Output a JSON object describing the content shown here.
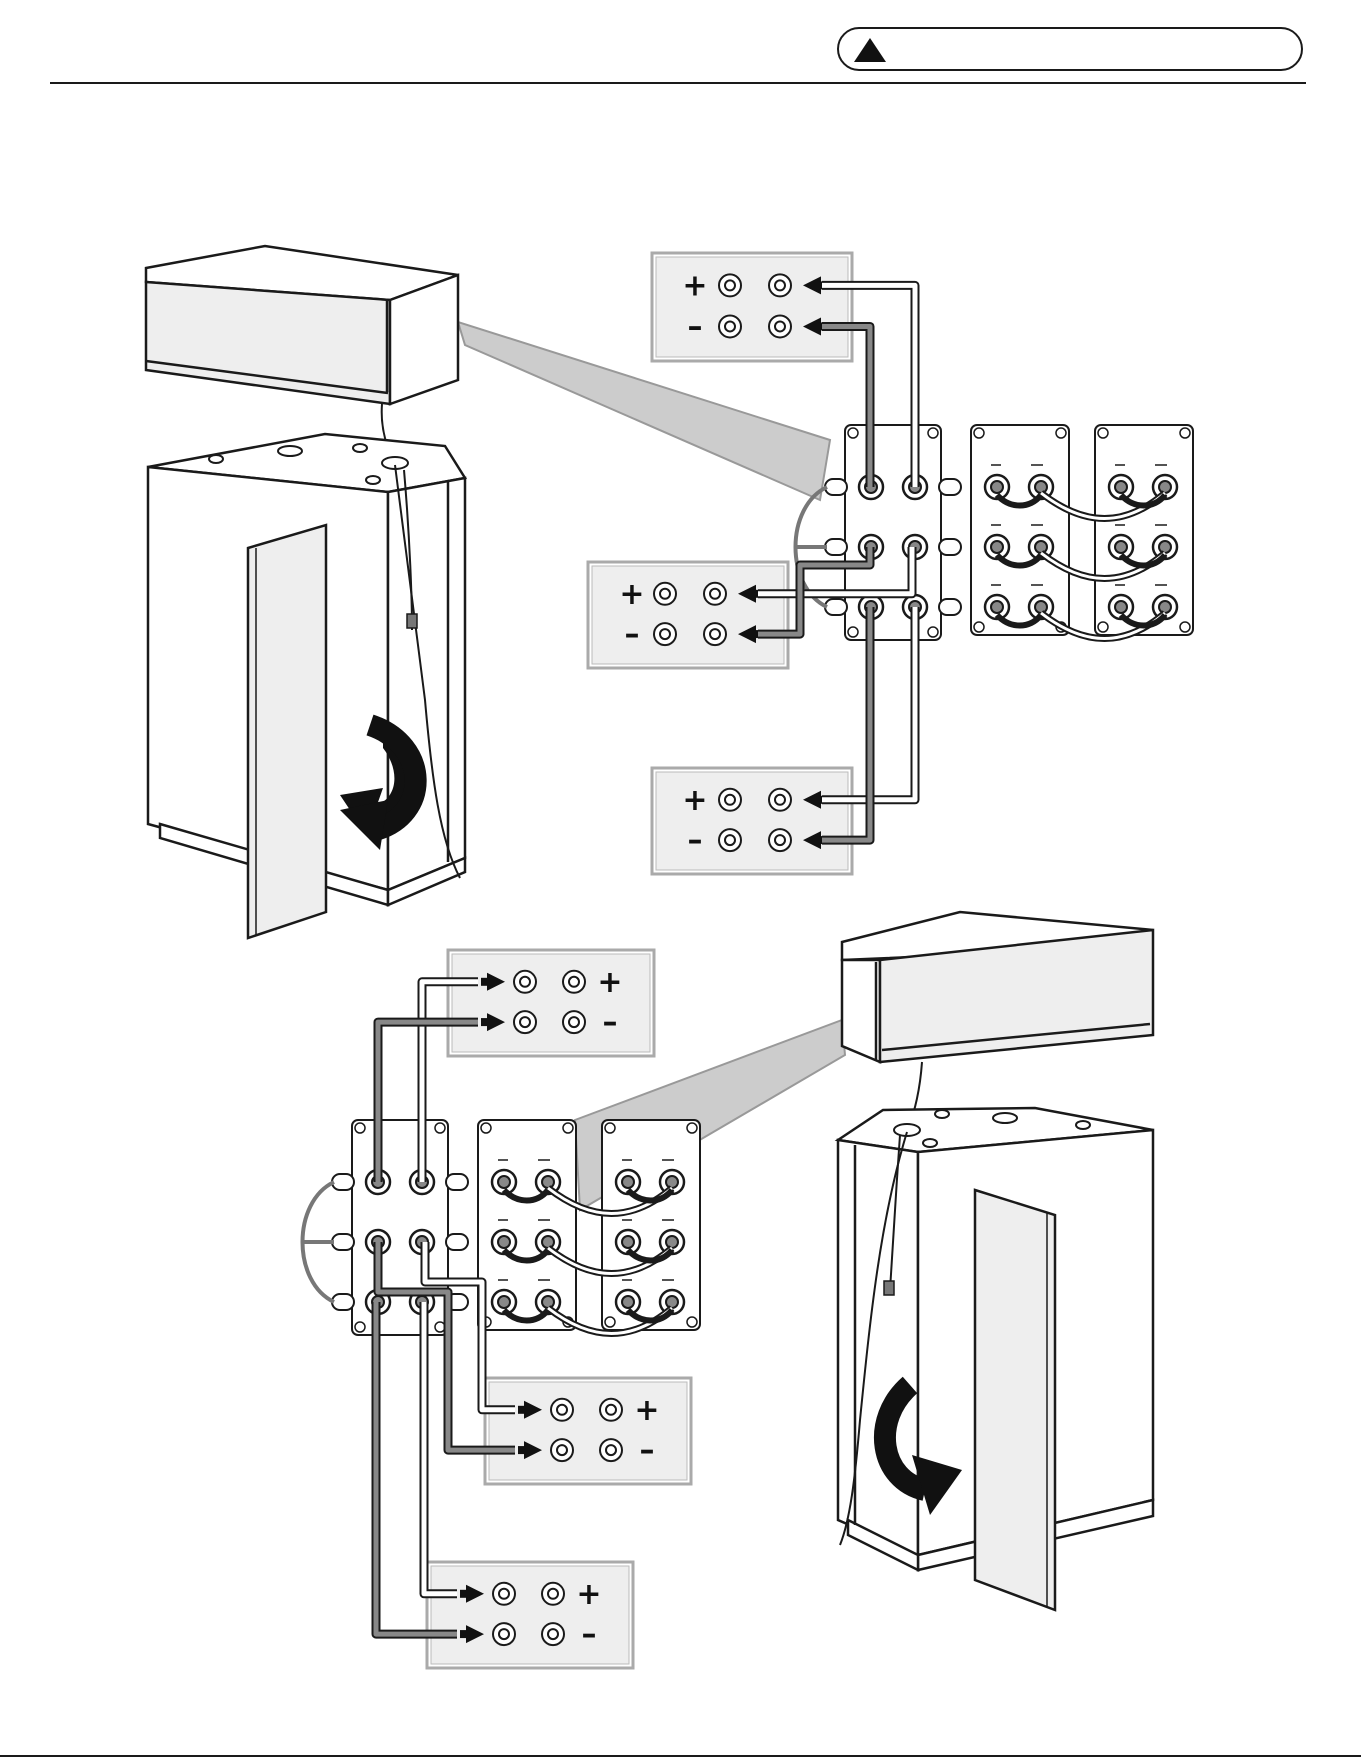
{
  "header": {
    "warning_text": "",
    "warning_icon": "warning-triangle-icon"
  },
  "panels": {
    "top": [
      {
        "id": "top-amp-1",
        "plus": "+",
        "minus": "–"
      },
      {
        "id": "top-amp-2",
        "plus": "+",
        "minus": "–"
      },
      {
        "id": "top-amp-3",
        "plus": "+",
        "minus": "–"
      }
    ],
    "bottom": [
      {
        "id": "bottom-amp-1",
        "plus": "+",
        "minus": "–"
      },
      {
        "id": "bottom-amp-2",
        "plus": "+",
        "minus": "–"
      },
      {
        "id": "bottom-amp-3",
        "plus": "+",
        "minus": "–"
      }
    ]
  },
  "icons": {
    "rotate_left": "rotate-counterclockwise-arrow-icon",
    "rotate_right": "rotate-clockwise-arrow-icon"
  },
  "colors": {
    "line": "#1a1a1a",
    "panel_fill": "#eeeeee",
    "callout": "#cccccc",
    "wire_dark": "#888888",
    "wire_light": "#ffffff"
  }
}
